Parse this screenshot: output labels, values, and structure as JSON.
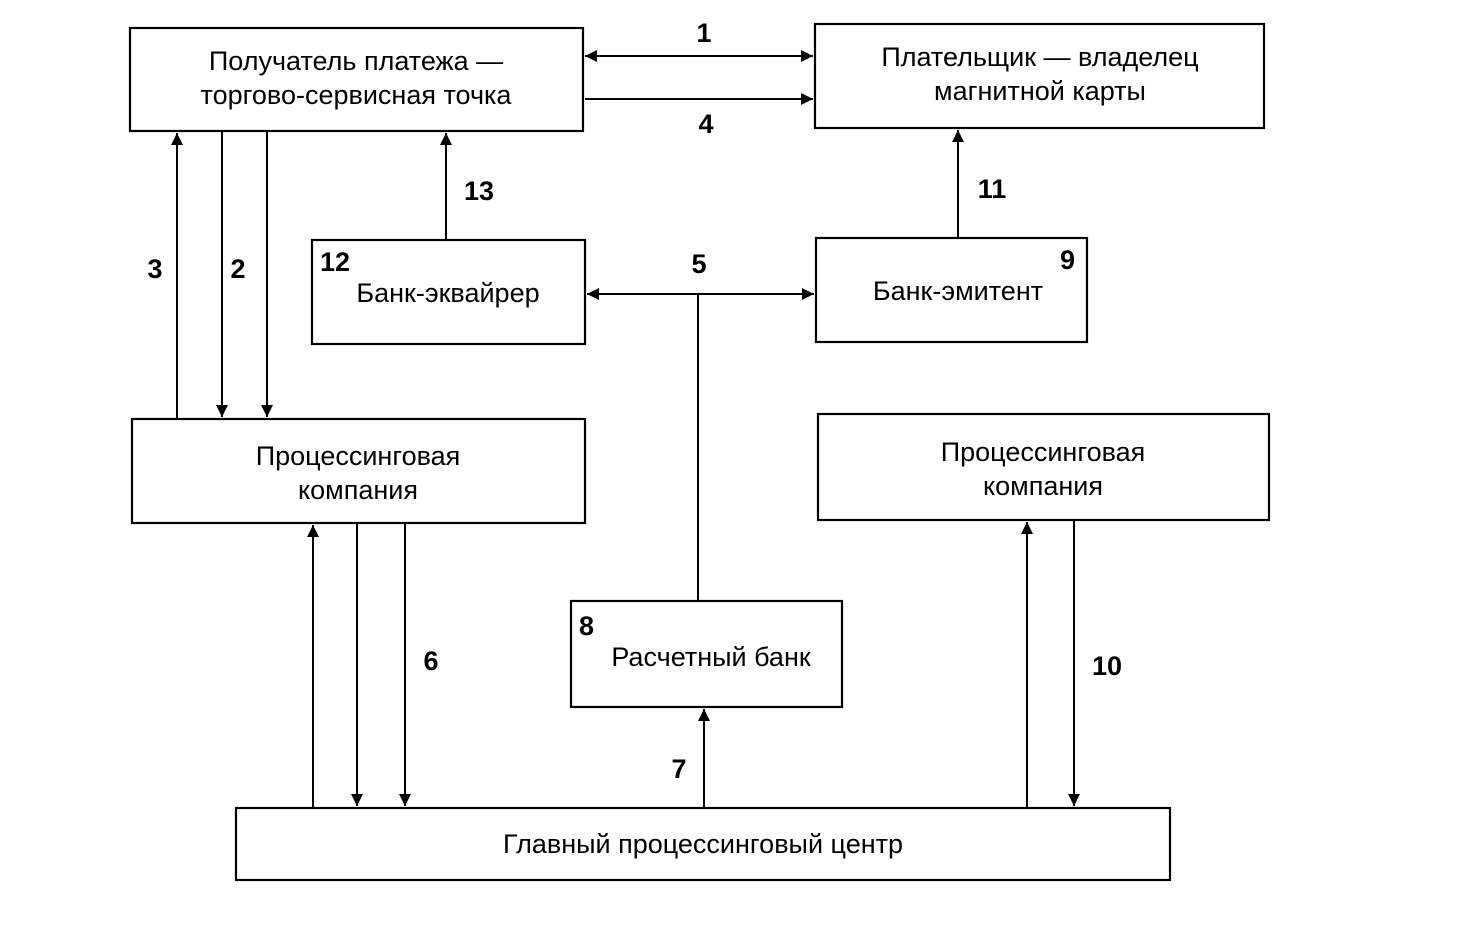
{
  "boxes": {
    "payee": {
      "line1": "Получатель платежа —",
      "line2": "торгово-сервисная точка"
    },
    "payer": {
      "line1": "Плательщик — владелец",
      "line2": "магнитной карты"
    },
    "acquirer": {
      "number": "12",
      "label": "Банк-эквайрер"
    },
    "issuer": {
      "number": "9",
      "label": "Банк-эмитент"
    },
    "processing_left": {
      "line1": "Процессинговая",
      "line2": "компания"
    },
    "processing_right": {
      "line1": "Процессинговая",
      "line2": "компания"
    },
    "settlement": {
      "number": "8",
      "label": "Расчетный банк"
    },
    "main_center": {
      "label": "Главный процессинговый центр"
    }
  },
  "flows": {
    "f1": "1",
    "f2": "2",
    "f3": "3",
    "f4": "4",
    "f5": "5",
    "f6": "6",
    "f7": "7",
    "f10": "10",
    "f11": "11",
    "f13": "13"
  }
}
